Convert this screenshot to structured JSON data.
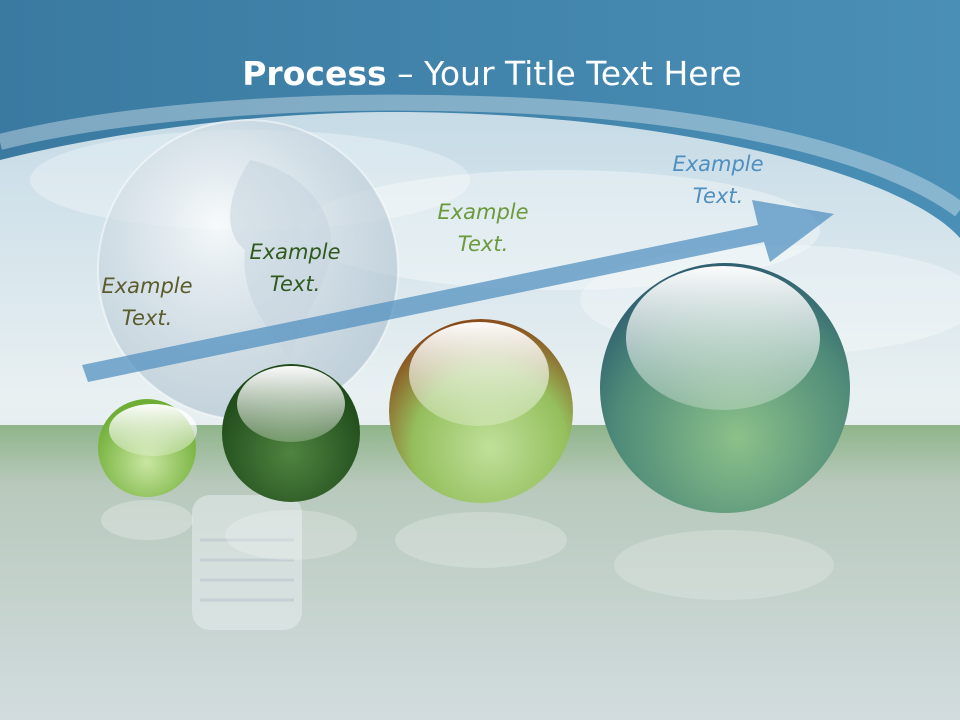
{
  "title": {
    "bold": "Process",
    "rest": " – Your Title Text Here"
  },
  "steps": [
    {
      "line1": "Example",
      "line2": "Text.",
      "color": "#5b5b2c"
    },
    {
      "line1": "Example",
      "line2": "Text.",
      "color": "#2e5a1e"
    },
    {
      "line1": "Example",
      "line2": "Text.",
      "color": "#6b9a3a"
    },
    {
      "line1": "Example",
      "line2": "Text.",
      "color": "#4f8fbf"
    }
  ],
  "colors": {
    "header": "#3f7fa6",
    "arrow": "#4f8fbf",
    "sphere1": "#7fbf40",
    "sphere2": "#2d5a25",
    "sphere3": "#8fbe5a",
    "sphere4": "#4a8a78"
  }
}
